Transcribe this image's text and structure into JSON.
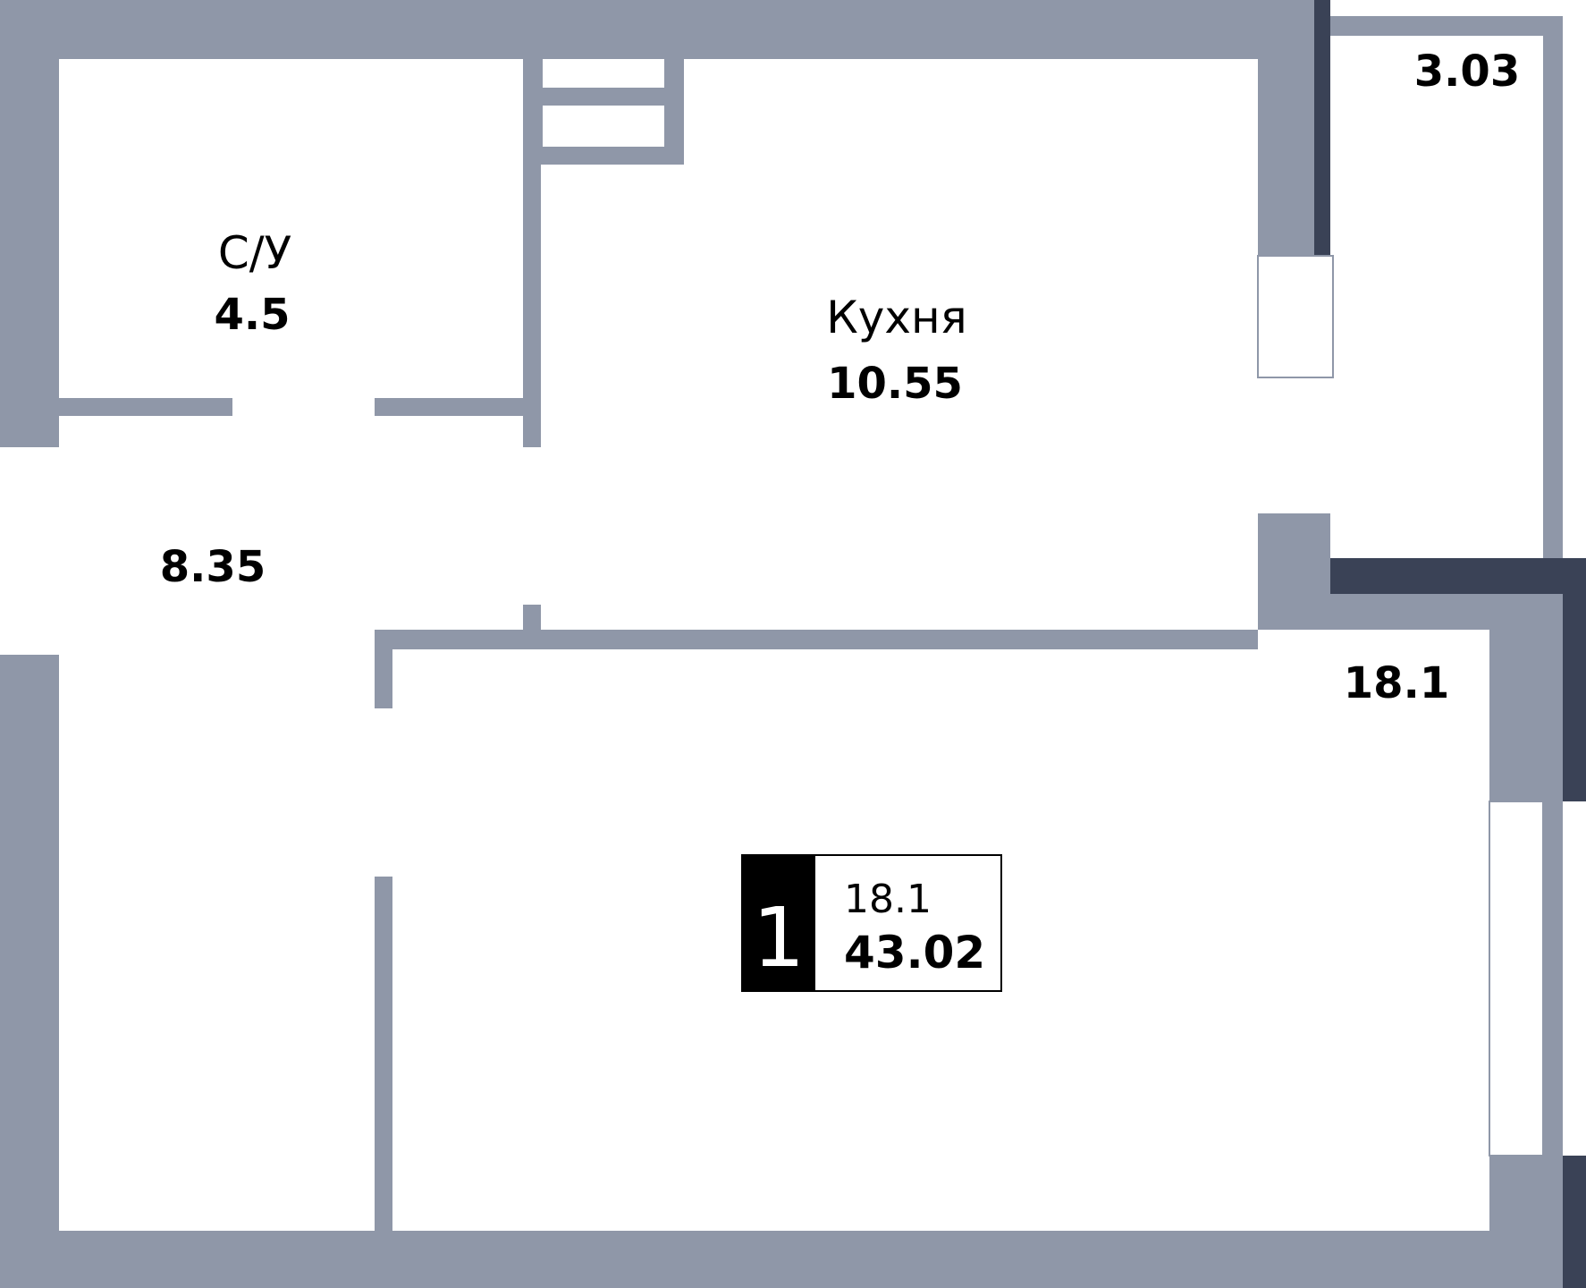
{
  "colors": {
    "wall": "#8F97A8",
    "outer_wall": "#3A4256",
    "room": "#FFFFFF",
    "line": "#8F97A8"
  },
  "rooms": {
    "bathroom": {
      "name": "С/У",
      "area": "4.5"
    },
    "kitchen": {
      "name": "Кухня",
      "area": "10.55"
    },
    "balcony": {
      "area": "3.03"
    },
    "hall": {
      "area": "8.35"
    },
    "living": {
      "area": "18.1"
    }
  },
  "badge": {
    "rooms_count": "1",
    "living_area": "18.1",
    "total_area": "43.02"
  }
}
